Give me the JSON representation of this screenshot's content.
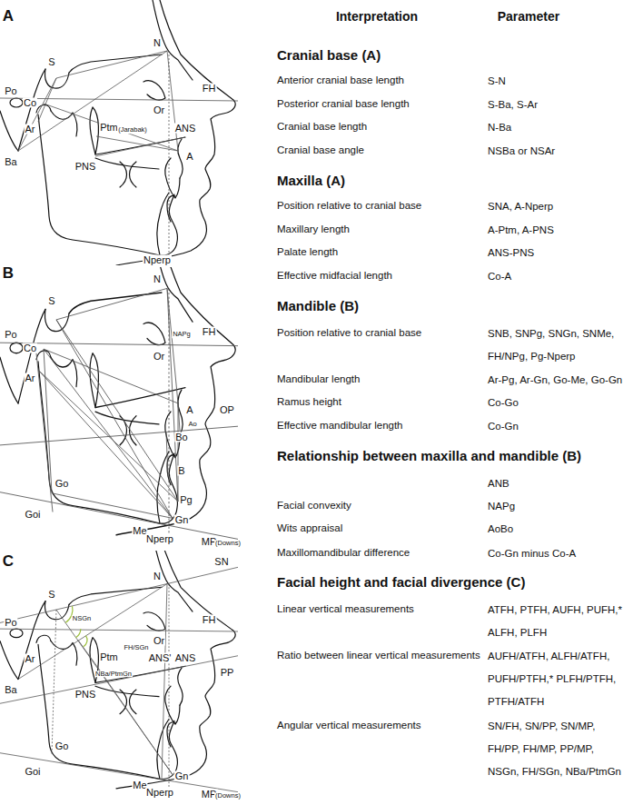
{
  "diagram": {
    "labels": [
      "A",
      "N",
      "S",
      "Po",
      "Co",
      "Or",
      "FH",
      "Ar",
      "Ba",
      "Ptm",
      "(Jarabak)",
      "PNS",
      "ANS",
      "A",
      "Nperp",
      "B",
      "N",
      "S",
      "Po",
      "Co",
      "Or",
      "FH",
      "Ar",
      "NAPg",
      "A",
      "OP",
      "Ao",
      "Bo",
      "B",
      "Go",
      "Goi",
      "Pg",
      "Gn",
      "Me",
      "MP",
      "(Downs)",
      "Nperp",
      "C",
      "SN",
      "N",
      "S",
      "NSGn",
      "Ptm",
      "FH/SGn",
      "NBa/PtmGn",
      "Po",
      "FH",
      "Or",
      "Ar",
      "Ba",
      "PNS",
      "ANS'",
      "ANS",
      "PP",
      "Go",
      "Goi",
      "Me",
      "Gn",
      "MP",
      "(Downs)",
      "Nperp",
      "Interpretation",
      "Parameter",
      "Cranial base (A)",
      "Anterior cranial base length",
      "S-N",
      "Posterior cranial base length",
      "S-Ba, S-Ar",
      "Cranial base length",
      "N-Ba",
      "Cranial base angle",
      "NSBa or NSAr",
      "Maxilla (A)",
      "Position relative to cranial base",
      "SNA, A-Nperp",
      "Maxillary length",
      "A-Ptm, A-PNS",
      "Palate length",
      "ANS-PNS",
      "Effective midfacial length",
      "Co-A",
      "Mandible (B)",
      "Position relative to cranial base",
      "SNB, SNPg, SNGn, SNMe, FH/NPg, Pg-Nperp",
      "Mandibular length",
      "Ar-Pg, Ar-Gn, Go-Me, Go-Gn",
      "Ramus height",
      "Co-Go",
      "Effective mandibular length",
      "Co-Gn",
      "Relationship between maxilla and mandible (B)",
      "ANB",
      "Facial convexity",
      "NAPg",
      "Wits appraisal",
      "AoBo",
      "Maxillomandibular difference",
      "Co-Gn minus Co-A",
      "Facial height and facial divergence (C)",
      "Linear vertical measurements",
      "ATFH, PTFH, AUFH, PUFH,* ALFH, PLFH",
      "Ratio between linear vertical measurements",
      "AUFH/ATFH, ALFH/ATFH, PUFH/PTFH,* PLFH/PTFH, PTFH/ATFH",
      "Angular vertical measurements",
      "SN/FH, SN/PP, SN/MP, FH/PP, FH/MP, PP/MP, NSGn, FH/SGn, NBa/PtmGn"
    ]
  }
}
